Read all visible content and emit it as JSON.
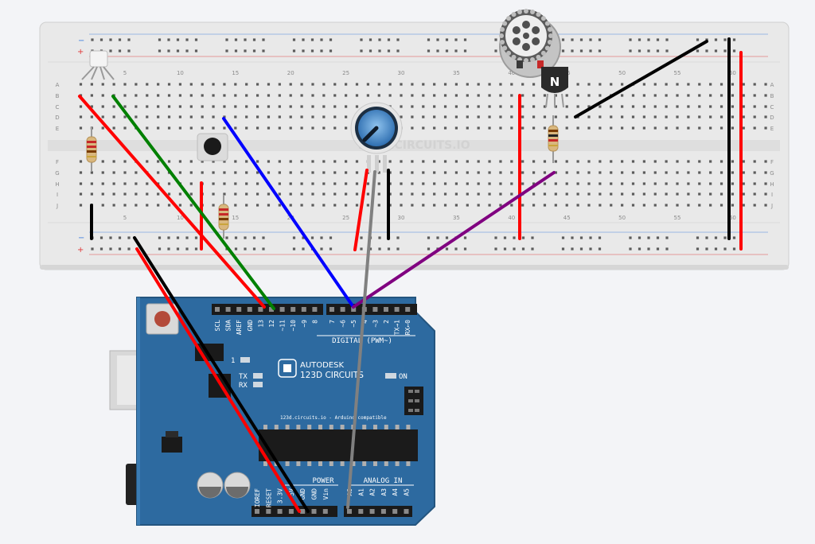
{
  "colors": {
    "background": "#f3f4f7",
    "breadboard": "#e9e9e9",
    "board": "#2d6aa0",
    "hole": "#5b5b5b",
    "rail_red": "#e03a3a",
    "rail_blue": "#3b7de0",
    "wire_red": "#ff0000",
    "wire_black": "#000000",
    "wire_green": "#008000",
    "wire_blue": "#0000ff",
    "wire_purple": "#800080",
    "wire_gray": "#808080"
  },
  "breadboard": {
    "watermark": "123D.CIRCUITS.IO",
    "row_letters_top": [
      "A",
      "B",
      "C",
      "D",
      "E"
    ],
    "row_letters_bottom": [
      "F",
      "G",
      "H",
      "I",
      "J"
    ],
    "column_numbers": [
      "5",
      "10",
      "15",
      "20",
      "25",
      "30",
      "35",
      "40",
      "45",
      "50",
      "55",
      "60"
    ],
    "rail_signs": {
      "minus": "−",
      "plus": "+"
    }
  },
  "components": {
    "transistor": {
      "label": "N"
    },
    "potentiometer": {
      "icon": "knob-icon"
    },
    "speaker": {
      "icon": "speaker-icon"
    },
    "button": {
      "icon": "pushbutton-icon"
    },
    "rgb_led": {
      "icon": "rgb-led-icon"
    }
  },
  "arduino": {
    "brand_top": "AUTODESK",
    "brand_bottom": "123D CIRCUITS",
    "url": "123d.circuits.io - Arduino compatible",
    "digital_label": "DIGITAL (PWM~)",
    "digital_pins": [
      "SCL",
      "SDA",
      "AREF",
      "GND",
      "13",
      "12",
      "~11",
      "~10",
      "~9",
      "8",
      "7",
      "~6",
      "~5",
      "4",
      "~3",
      "2",
      "TX→1",
      "RX←0"
    ],
    "led_1": "1",
    "led_tx": "TX",
    "led_rx": "RX",
    "led_on": "ON",
    "power_label": "POWER",
    "analog_label": "ANALOG IN",
    "power_pins": [
      "IOREF",
      "RESET",
      "3.3V",
      "5V",
      "GND",
      "GND",
      "Vin"
    ],
    "analog_pins": [
      "A0",
      "A1",
      "A2",
      "A3",
      "A4",
      "A5"
    ]
  }
}
